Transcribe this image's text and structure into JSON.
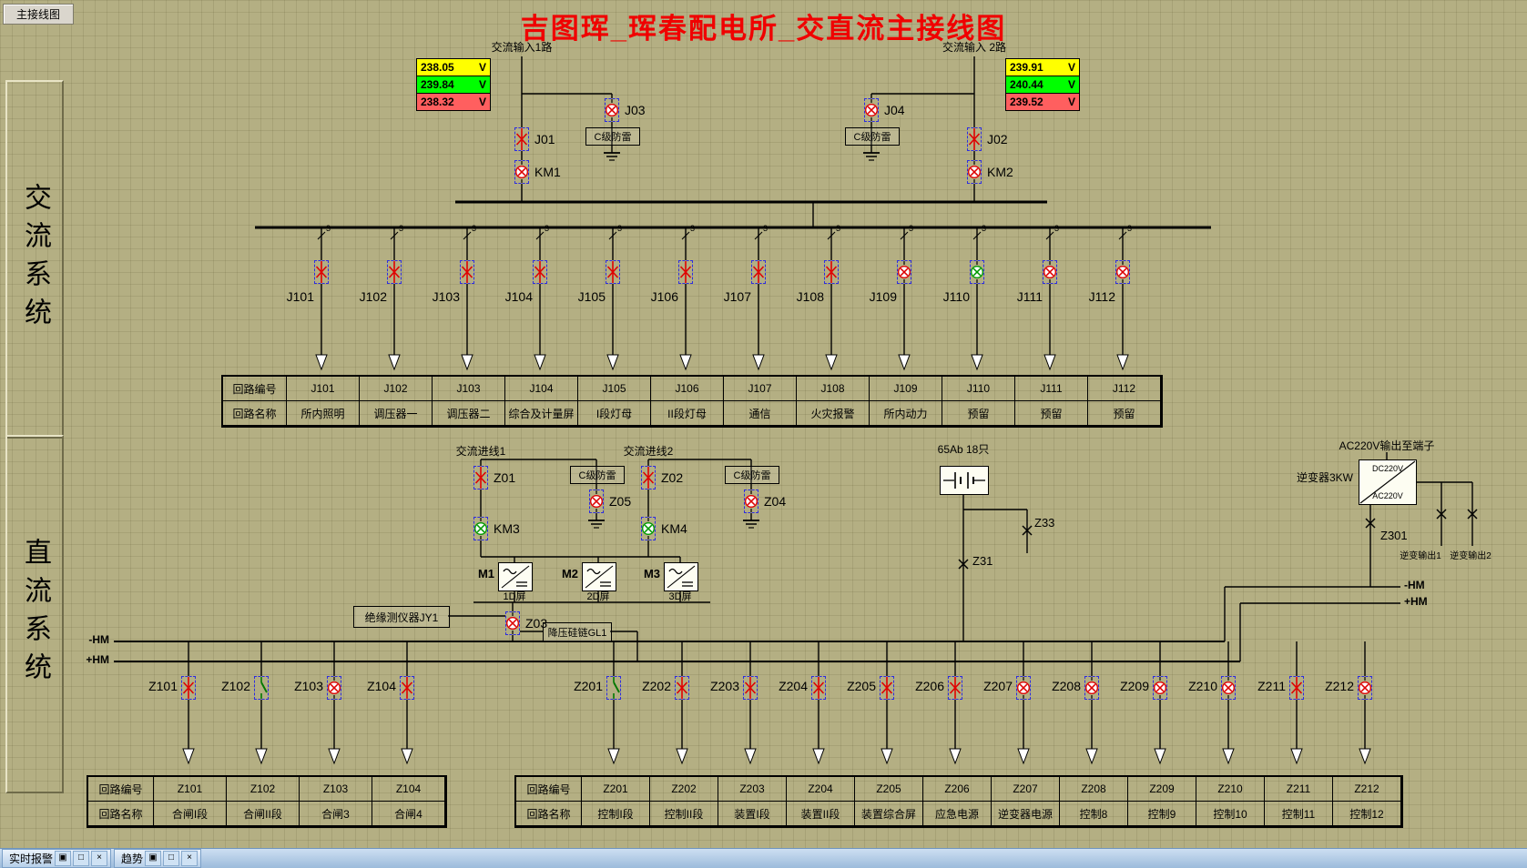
{
  "window": {
    "tab": "主接线图",
    "title": "吉图珲_珲春配电所_交直流主接线图"
  },
  "sidebar": {
    "ac": "交流系统",
    "dc": "直流系统"
  },
  "colors": {
    "background": "#b4af83",
    "title": "#f00000",
    "closed_red": "#e00000",
    "open_green": "#008800",
    "dashed_border_blue": "#2d2de0",
    "volt_yellow": "#ffff00",
    "volt_green": "#00ff00",
    "volt_red": "#ff5f5f"
  },
  "ac": {
    "input1": {
      "label": "交流输入1路",
      "voltages": [
        {
          "value": "238.05",
          "unit": "V",
          "color": "#ffff00"
        },
        {
          "value": "239.84",
          "unit": "V",
          "color": "#00ff00"
        },
        {
          "value": "238.32",
          "unit": "V",
          "color": "#ff5f5f"
        }
      ]
    },
    "input2": {
      "label": "交流输入 2路",
      "voltages": [
        {
          "value": "239.91",
          "unit": "V",
          "color": "#ffff00"
        },
        {
          "value": "240.44",
          "unit": "V",
          "color": "#00ff00"
        },
        {
          "value": "239.52",
          "unit": "V",
          "color": "#ff5f5f"
        }
      ]
    },
    "devices": {
      "j01": "J01",
      "j02": "J02",
      "j03": "J03",
      "j04": "J04",
      "km1": "KM1",
      "km2": "KM2"
    },
    "surge_label": "C级防雷",
    "phase_tick": "3",
    "table": {
      "code_header": "回路编号",
      "name_header": "回路名称"
    },
    "feeders": [
      {
        "id": "J101",
        "name": "所内照明",
        "sym": "xsw"
      },
      {
        "id": "J102",
        "name": "调压器一",
        "sym": "xsw"
      },
      {
        "id": "J103",
        "name": "调压器二",
        "sym": "xsw"
      },
      {
        "id": "J104",
        "name": "综合及计量屏",
        "sym": "xsw"
      },
      {
        "id": "J105",
        "name": "I段灯母",
        "sym": "xsw"
      },
      {
        "id": "J106",
        "name": "II段灯母",
        "sym": "xsw"
      },
      {
        "id": "J107",
        "name": "通信",
        "sym": "xsw"
      },
      {
        "id": "J108",
        "name": "火灾报警",
        "sym": "xsw"
      },
      {
        "id": "J109",
        "name": "所内动力",
        "sym": "oxr"
      },
      {
        "id": "J110",
        "name": "预留",
        "sym": "oxg"
      },
      {
        "id": "J111",
        "name": "预留",
        "sym": "oxr"
      },
      {
        "id": "J112",
        "name": "预留",
        "sym": "oxr"
      }
    ]
  },
  "dc": {
    "incoming1": "交流进线1",
    "incoming2": "交流进线2",
    "z01": "Z01",
    "z02": "Z02",
    "z03": "Z03",
    "z04": "Z04",
    "z05": "Z05",
    "km3": "KM3",
    "km4": "KM4",
    "surge_label": "C级防雷",
    "modules": [
      {
        "id": "M1",
        "name": "1D屏"
      },
      {
        "id": "M2",
        "name": "2D屏"
      },
      {
        "id": "M3",
        "name": "3D屏"
      }
    ],
    "battery": {
      "label": "65Ab 18只",
      "z33": "Z33",
      "z31": "Z31"
    },
    "inverter": {
      "output_label": "AC220V输出至端子",
      "name": "逆变器3KW",
      "dc": "DC220V",
      "ac": "AC220V",
      "z301": "Z301",
      "out1": "逆变输出1",
      "out2": "逆变输出2"
    },
    "bus": {
      "neg": "-HM",
      "pos": "+HM"
    },
    "jy1": "绝缘测仪器JY1",
    "gl1": "降压硅链GL1",
    "table": {
      "code_header": "回路编号",
      "name_header": "回路名称"
    },
    "feeders1": [
      {
        "id": "Z101",
        "name": "合闸I段",
        "sym": "xsw"
      },
      {
        "id": "Z102",
        "name": "合闸II段",
        "sym": "gsw"
      },
      {
        "id": "Z103",
        "name": "合闸3",
        "sym": "oxr"
      },
      {
        "id": "Z104",
        "name": "合闸4",
        "sym": "xsw"
      }
    ],
    "feeders2": [
      {
        "id": "Z201",
        "name": "控制I段",
        "sym": "gsw"
      },
      {
        "id": "Z202",
        "name": "控制II段",
        "sym": "xsw"
      },
      {
        "id": "Z203",
        "name": "装置I段",
        "sym": "xsw"
      },
      {
        "id": "Z204",
        "name": "装置II段",
        "sym": "xsw"
      },
      {
        "id": "Z205",
        "name": "装置综合屏",
        "sym": "xsw"
      },
      {
        "id": "Z206",
        "name": "应急电源",
        "sym": "xsw"
      },
      {
        "id": "Z207",
        "name": "逆变器电源",
        "sym": "oxr"
      },
      {
        "id": "Z208",
        "name": "控制8",
        "sym": "oxr"
      },
      {
        "id": "Z209",
        "name": "控制9",
        "sym": "oxr"
      },
      {
        "id": "Z210",
        "name": "控制10",
        "sym": "oxr"
      },
      {
        "id": "Z211",
        "name": "控制11",
        "sym": "xsw"
      },
      {
        "id": "Z212",
        "name": "控制12",
        "sym": "oxr"
      }
    ]
  },
  "taskbar": {
    "items": [
      {
        "label": "实时报警"
      },
      {
        "label": "趋势"
      }
    ],
    "buttons": [
      {
        "name": "restore-icon",
        "glyph": "▣"
      },
      {
        "name": "maximize-icon",
        "glyph": "□"
      },
      {
        "name": "close-icon",
        "glyph": "×"
      }
    ]
  }
}
